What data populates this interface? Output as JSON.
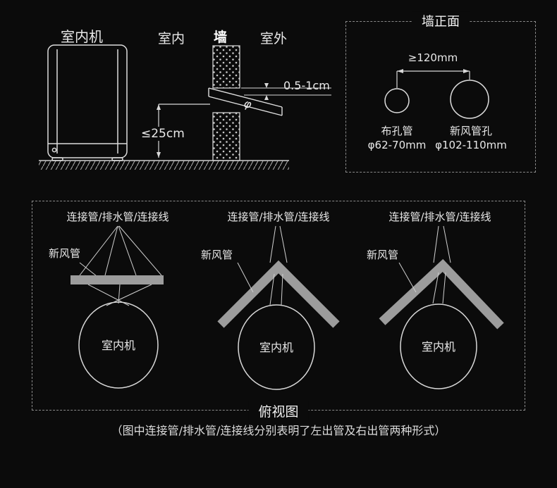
{
  "colors": {
    "background": "#0b0b0b",
    "line": "#d8d8d8",
    "pipe_fill": "#9c9c9c",
    "text": "#e8e8e8"
  },
  "install_section": {
    "unit_label": "室内机",
    "indoor_label": "室内",
    "wall_label": "墙",
    "outdoor_label": "室外",
    "gap_label": "0.5-1cm",
    "height_label": "≤25cm",
    "pipe_symbol": "φ"
  },
  "wall_front": {
    "title": "墙正面",
    "spacing_label": "≥120mm",
    "holes": [
      {
        "name": "布孔管",
        "size": "φ62-70mm"
      },
      {
        "name": "新风管孔",
        "size": "φ102-110mm"
      }
    ]
  },
  "top_view": {
    "title": "俯视图",
    "caption": "（图中连接管/排水管/连接线分别表明了左出管及右出管两种形式）",
    "diagrams": [
      {
        "pipes_label": "连接管/排水管/连接线",
        "fresh_air_label": "新风管",
        "unit_label": "室内机"
      },
      {
        "pipes_label": "连接管/排水管/连接线",
        "fresh_air_label": "新风管",
        "unit_label": "室内机"
      },
      {
        "pipes_label": "连接管/排水管/连接线",
        "fresh_air_label": "新风管",
        "unit_label": "室内机"
      }
    ]
  }
}
